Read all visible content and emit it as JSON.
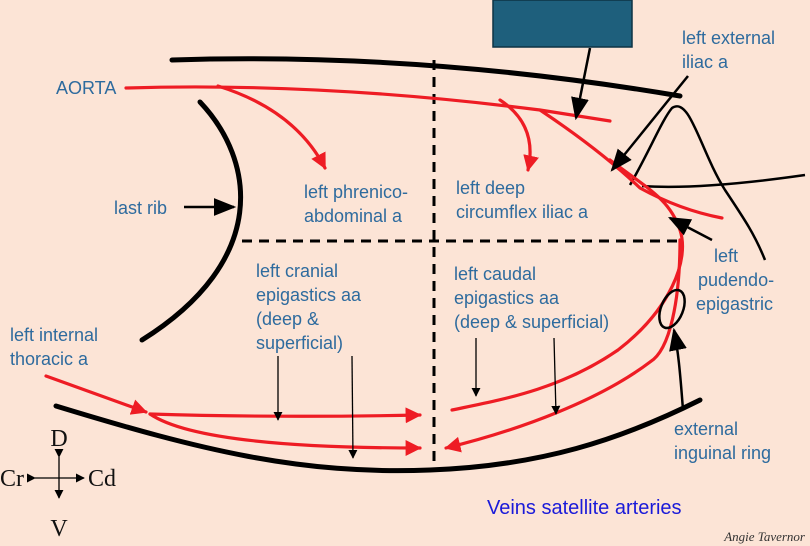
{
  "labels": {
    "aorta": "AORTA",
    "last_rib": "last rib",
    "phrenico_1": "left phrenico-",
    "phrenico_2": "abdominal a",
    "deep_circ_1": "left deep",
    "deep_circ_2": "circumflex iliac a",
    "ext_iliac_1": "left external",
    "ext_iliac_2": "iliac a",
    "pudendo_1": "left",
    "pudendo_2": "pudendo-",
    "pudendo_3": "epigastric",
    "cranial_1": "left cranial",
    "cranial_2": "epigastics aa",
    "cranial_3": "(deep &",
    "cranial_4": "superficial)",
    "caudal_1": "left caudal",
    "caudal_2": "epigastics aa",
    "caudal_3": "(deep & superficial)",
    "int_thoracic_1": "left internal",
    "int_thoracic_2": "thoracic a",
    "inguinal_1": "external",
    "inguinal_2": "inguinal ring",
    "veins_note": "Veins satellite arteries",
    "credit": "Angie Tavernor"
  },
  "compass": {
    "dorsal": "D",
    "ventral": "V",
    "cranial": "Cr",
    "caudal": "Cd"
  },
  "colors": {
    "background": "#fce4d6",
    "artery": "#ee1c24",
    "label_text": "#2e6b9e",
    "note_text": "#1a1ad9",
    "box_fill": "#1e5f7c"
  }
}
